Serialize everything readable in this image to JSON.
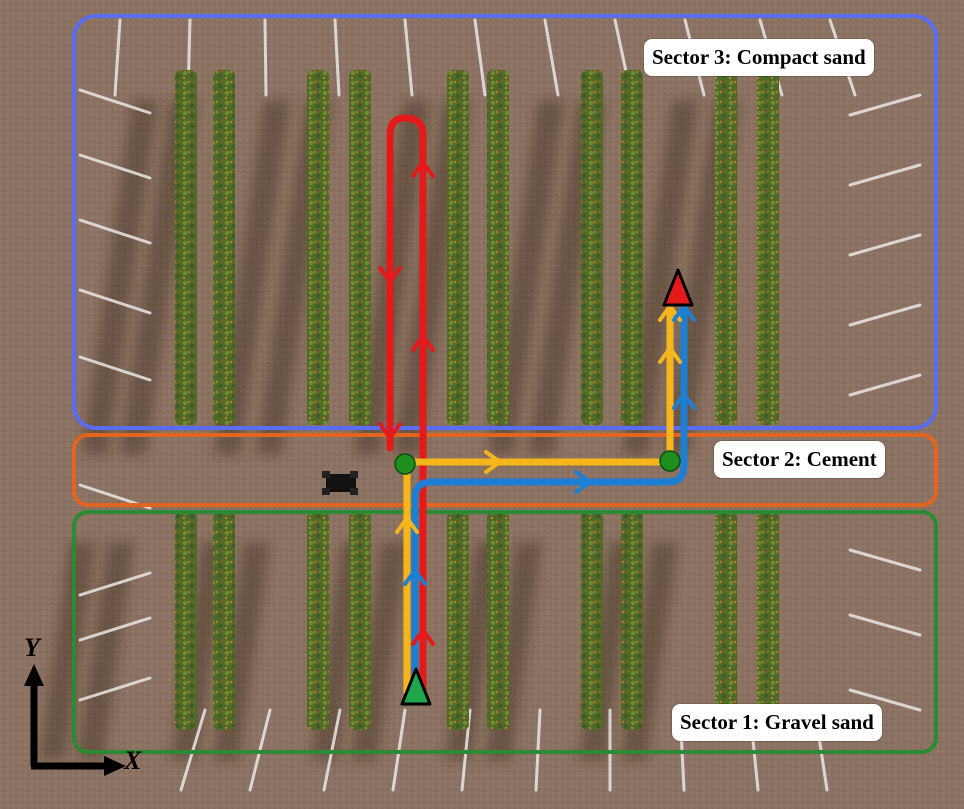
{
  "sectors": {
    "s3": {
      "label": "Sector 3: Compact sand",
      "color": "#5a6cf0"
    },
    "s2": {
      "label": "Sector 2: Cement",
      "color": "#e2641e"
    },
    "s1": {
      "label": "Sector 1: Gravel sand",
      "color": "#2c8a32"
    }
  },
  "axes": {
    "x": "X",
    "y": "Y"
  },
  "paths": {
    "red": "#e41a1a",
    "yellow": "#f5b51c",
    "blue": "#1c7fd4"
  },
  "markers": {
    "start": "#1fa84a",
    "goal": "#e41a1a",
    "waypoint": "#1e8f1e"
  }
}
